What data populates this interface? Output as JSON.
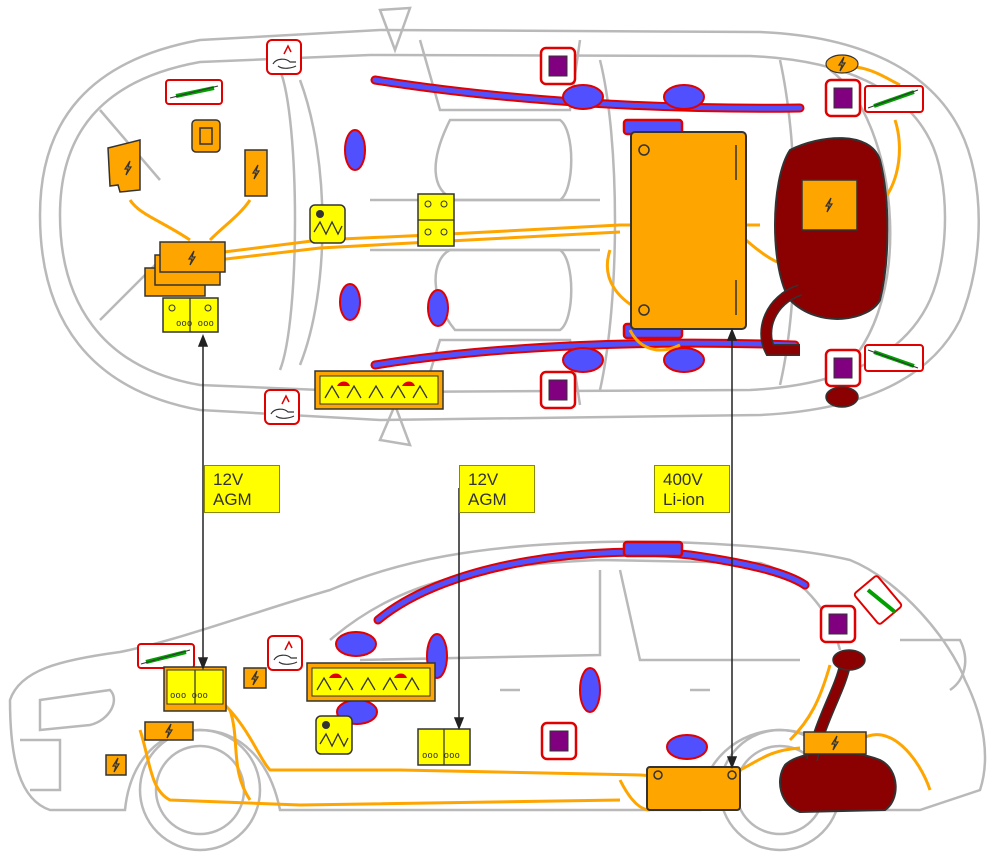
{
  "colors": {
    "body_outline": "#b9b9b9",
    "orange": "#ffa500",
    "yellow": "#ffff00",
    "dark_red": "#8b0000",
    "blue": "#5050ff",
    "purple": "#800080",
    "green": "#00e000",
    "red_outline": "#e00000",
    "arrow": "#222222"
  },
  "callouts": [
    {
      "voltage": "12V",
      "type": "AGM"
    },
    {
      "voltage": "12V",
      "type": "AGM"
    },
    {
      "voltage": "400V",
      "type": "Li-ion"
    }
  ],
  "icons": {
    "high_voltage": "lightning-bolt",
    "battery_12v": "battery-12v",
    "sensor": "crash-sensor",
    "pretensioner": "pretensioner",
    "gas_strut": "gas-strut",
    "airbag": "airbag",
    "hood_lifter": "hood-lifter"
  }
}
